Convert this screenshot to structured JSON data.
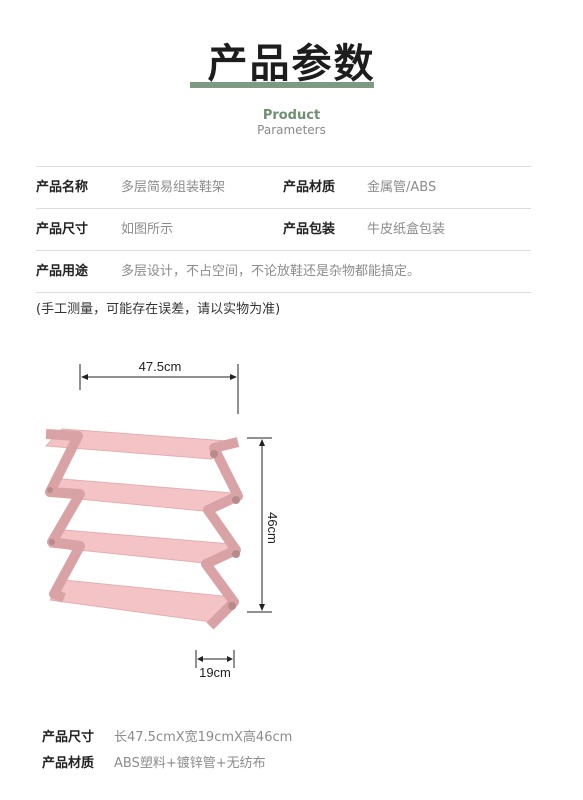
{
  "header": {
    "title": "产品参数",
    "subtitle_en_1": "Product",
    "subtitle_en_2": "Parameters"
  },
  "specs": [
    [
      {
        "label": "产品名称",
        "value": "多层简易组装鞋架"
      },
      {
        "label": "产品材质",
        "value": "金属管/ABS"
      }
    ],
    [
      {
        "label": "产品尺寸",
        "value": "如图所示"
      },
      {
        "label": "产品包装",
        "value": "牛皮纸盒包装"
      }
    ],
    [
      {
        "label": "产品用途",
        "value": "多层设计，不占空间，不论放鞋还是杂物都能搞定。"
      }
    ]
  ],
  "note": "(手工测量，可能存在误差，请以实物为准)",
  "dimensions": {
    "width": "47.5cm",
    "height": "46cm",
    "depth": "19cm"
  },
  "bottom": {
    "size_label": "产品尺寸",
    "size_value": "长47.5cmX宽19cmX高46cm",
    "material_label": "产品材质",
    "material_value": "ABS塑料+镀锌管+无纺布"
  },
  "colors": {
    "accent": "#7d9a84",
    "shelf_pink": "#f3c3c6",
    "frame_pink": "#d9a3a5"
  }
}
